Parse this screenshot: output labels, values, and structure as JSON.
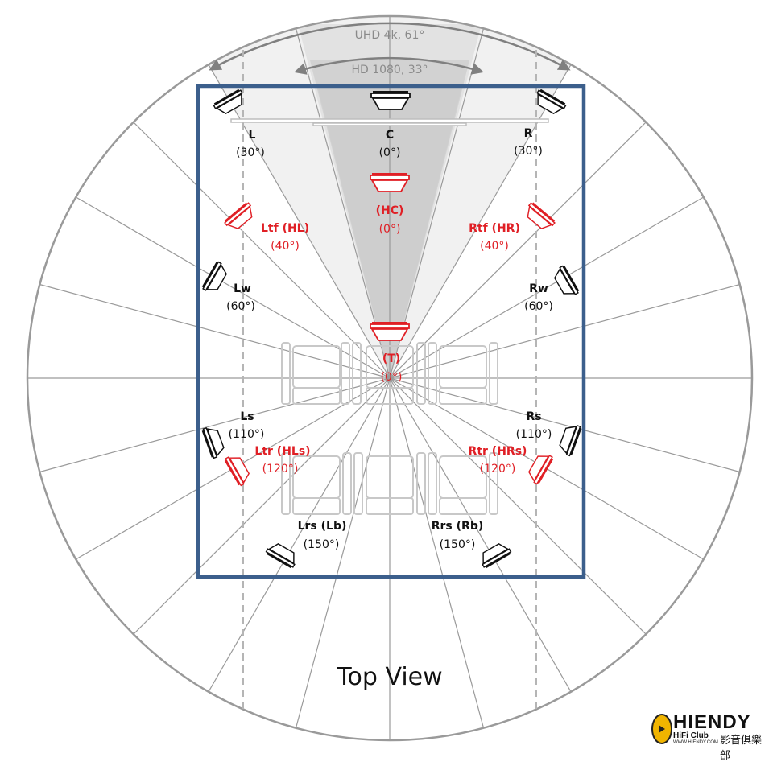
{
  "diagram": {
    "title": "Top View",
    "fov_labels": {
      "uhd": "UHD 4k, 61°",
      "hd": "HD 1080, 33°"
    },
    "colors": {
      "room_border": "#3c5f8c",
      "ear_level": "#111111",
      "height_channel": "#e01f25",
      "guide_lines": "#9a9a9a",
      "fov_uhd_fill": "#dcdcdc",
      "fov_hd_fill": "#cfcfcf",
      "front_wedge_fill": "#efefef",
      "seat_outline": "#c8c8c8"
    },
    "speakers": [
      {
        "id": "L",
        "label": "L",
        "angle": "(30°)",
        "layer": "ear"
      },
      {
        "id": "C",
        "label": "C",
        "angle": "(0°)",
        "layer": "ear"
      },
      {
        "id": "R",
        "label": "R",
        "angle": "(30°)",
        "layer": "ear"
      },
      {
        "id": "HC",
        "label": "(HC)",
        "angle": "(0°)",
        "layer": "height"
      },
      {
        "id": "Ltf",
        "label": "Ltf (HL)",
        "angle": "(40°)",
        "layer": "height"
      },
      {
        "id": "Rtf",
        "label": "Rtf (HR)",
        "angle": "(40°)",
        "layer": "height"
      },
      {
        "id": "Lw",
        "label": "Lw",
        "angle": "(60°)",
        "layer": "ear"
      },
      {
        "id": "Rw",
        "label": "Rw",
        "angle": "(60°)",
        "layer": "ear"
      },
      {
        "id": "T",
        "label": "(T)",
        "angle": "(0°)",
        "layer": "height"
      },
      {
        "id": "Ls",
        "label": "Ls",
        "angle": "(110°)",
        "layer": "ear"
      },
      {
        "id": "Rs",
        "label": "Rs",
        "angle": "(110°)",
        "layer": "ear"
      },
      {
        "id": "Ltr",
        "label": "Ltr (HLs)",
        "angle": "(120°)",
        "layer": "height"
      },
      {
        "id": "Rtr",
        "label": "Rtr (HRs)",
        "angle": "(120°)",
        "layer": "height"
      },
      {
        "id": "Lrs",
        "label": "Lrs (Lb)",
        "angle": "(150°)",
        "layer": "ear"
      },
      {
        "id": "Rrs",
        "label": "Rrs (Rb)",
        "angle": "(150°)",
        "layer": "ear"
      }
    ]
  },
  "logo": {
    "brand": "HIENDY",
    "subtitle": "HiFi Club",
    "url": "WWW.HIENDY.COM",
    "chinese": "影音俱樂部"
  }
}
